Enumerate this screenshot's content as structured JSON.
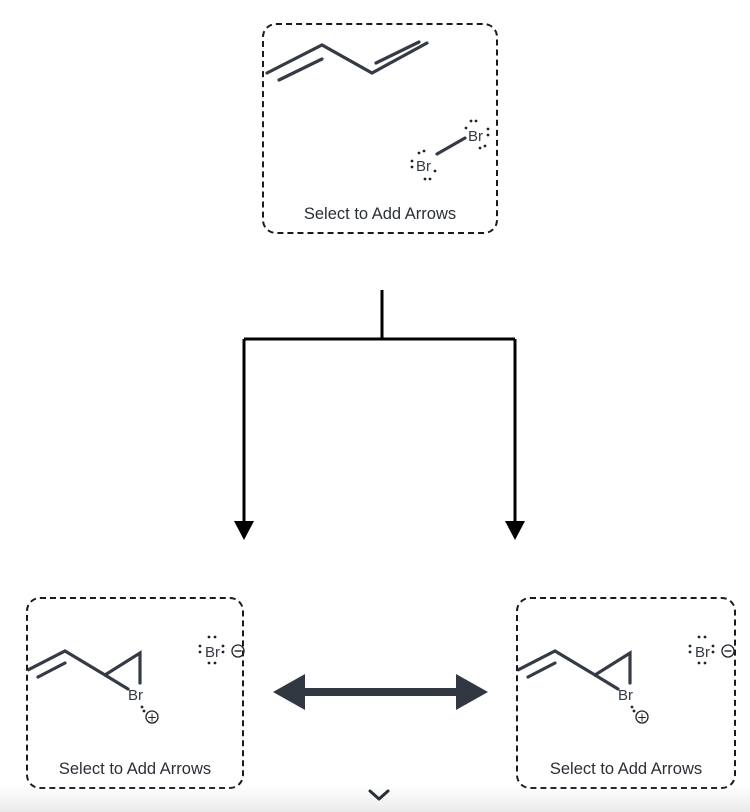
{
  "mechanism": {
    "reactants": {
      "caption": "Select to Add Arrows",
      "atoms": [
        "Br",
        "Br"
      ]
    },
    "product_left": {
      "caption": "Select to Add Arrows",
      "atoms": [
        "Br",
        "Br"
      ],
      "charges": [
        "⊕",
        "⊖"
      ]
    },
    "product_right": {
      "caption": "Select to Add Arrows",
      "atoms": [
        "Br",
        "Br"
      ],
      "charges": [
        "⊕",
        "⊖"
      ]
    }
  },
  "colors": {
    "bond": "#343b45",
    "text": "#2b2f36",
    "arrow": "#323842"
  },
  "icons": {
    "expand": "chevron-down-icon"
  }
}
